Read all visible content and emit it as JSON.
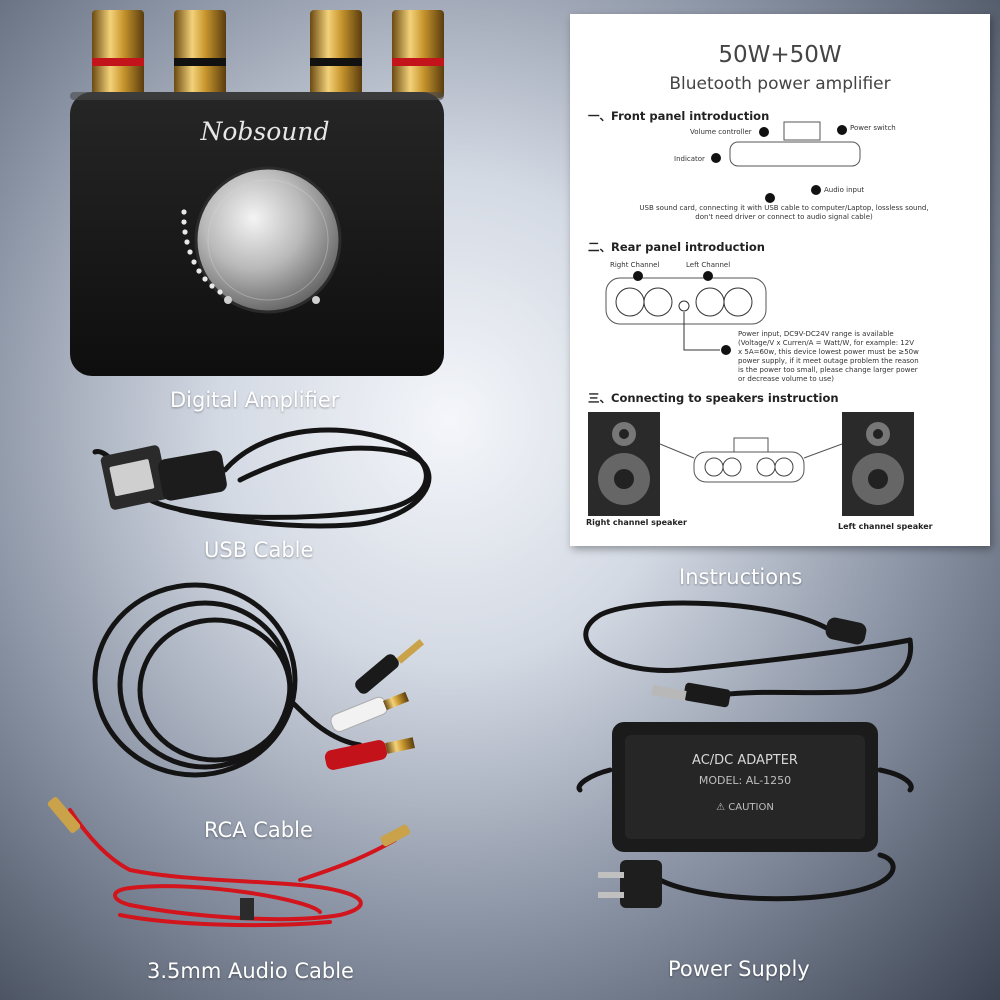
{
  "labels": {
    "amplifier": "Digital Amplifier",
    "usb": "USB Cable",
    "instructions": "Instructions",
    "rca": "RCA Cable",
    "audio": "3.5mm Audio Cable",
    "power": "Power Supply"
  },
  "amplifier": {
    "brand": "Nobsound"
  },
  "sheet": {
    "title": "50W+50W",
    "subtitle": "Bluetooth power amplifier",
    "section1": "一、Front panel introduction",
    "section2": "二、Rear panel introduction",
    "section3": "三、Connecting to speakers instruction",
    "volume_controller": "Volume controller",
    "power_switch": "Power switch",
    "indicator": "Indicator",
    "audio_input": "Audio input",
    "usb_note": "USB sound card, connecting it with USB cable to computer/Laptop, lossless sound, don't need driver or connect to audio signal cable)",
    "right_channel": "Right Channel",
    "left_channel": "Left Channel",
    "power_note": "Power input, DC9V-DC24V range is available (Voltage/V x Curren/A = Watt/W, for example: 12V x 5A=60w, this device lowest power must be ≥50w power supply, if it meet outage problem the reason is the power too small, please change larger power or decrease volume to use)",
    "right_speaker": "Right channel speaker",
    "left_speaker": "Left channel speaker"
  },
  "adapter": {
    "line1": "AC/DC ADAPTER",
    "line2": "MODEL: AL-1250",
    "caution": "⚠ CAUTION"
  }
}
